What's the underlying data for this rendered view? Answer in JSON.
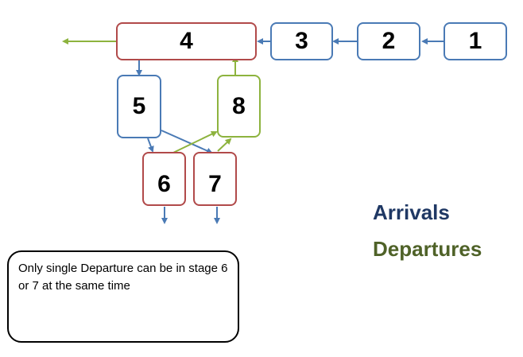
{
  "stages": {
    "s1": "1",
    "s2": "2",
    "s3": "3",
    "s4": "4",
    "s5": "5",
    "s6": "6",
    "s7": "7",
    "s8": "8"
  },
  "legend": {
    "arrivals": "Arrivals",
    "departures": "Departures"
  },
  "note": "Only single Departure can be in stage 6 or 7 at the same time",
  "colors": {
    "arrivals": "#1f3864",
    "departures": "#4f6228",
    "arrow_blue": "#4a7ab5",
    "arrow_green": "#8db33e",
    "border_red": "#b14a4a",
    "plane": "#5e8a2e"
  },
  "icons": [
    "airplane-icon"
  ]
}
